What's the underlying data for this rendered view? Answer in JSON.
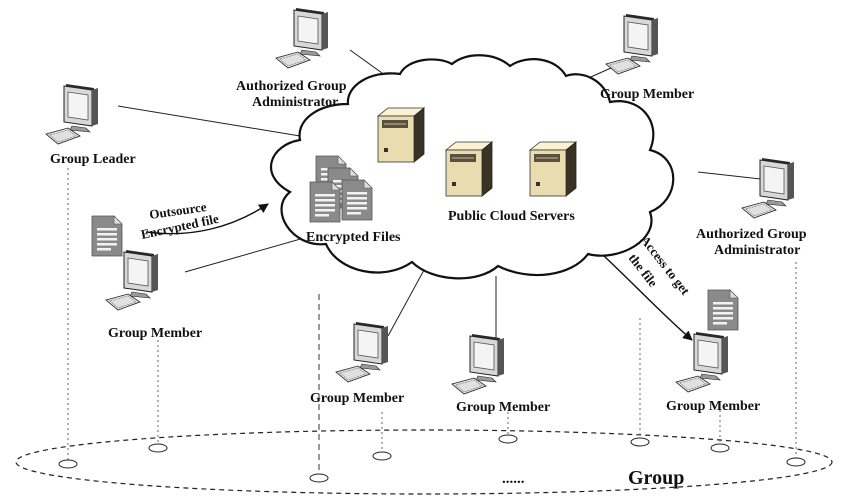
{
  "labels": {
    "auth_admin_top_1": "Authorized  Group",
    "auth_admin_top_2": "Administrator",
    "group_member_top_right": "Group Member",
    "group_leader": "Group Leader",
    "outsource_1": "Outsource",
    "outsource_2": "Encrypted file",
    "encrypted_files": "Encrypted Files",
    "public_cloud_servers": "Public Cloud Servers",
    "auth_admin_right_1": "Authorized  Group",
    "auth_admin_right_2": "Administrator",
    "access_1": "Access to get",
    "access_2": "the file",
    "group_member_left": "Group Member",
    "group_member_center_left": "Group Member",
    "group_member_center_right": "Group Member",
    "group_member_bottom_right": "Group Member",
    "ellipsis": "......",
    "group": "Group"
  },
  "colors": {
    "line": "#222222",
    "cloud_stroke": "#111111",
    "server_fill": "#e9dcae",
    "monitor_dark": "#2b2b2b",
    "doc_gray": "#8a8a8a"
  },
  "icons": [
    "computer-icon",
    "server-icon",
    "document-icon",
    "cloud-icon"
  ]
}
